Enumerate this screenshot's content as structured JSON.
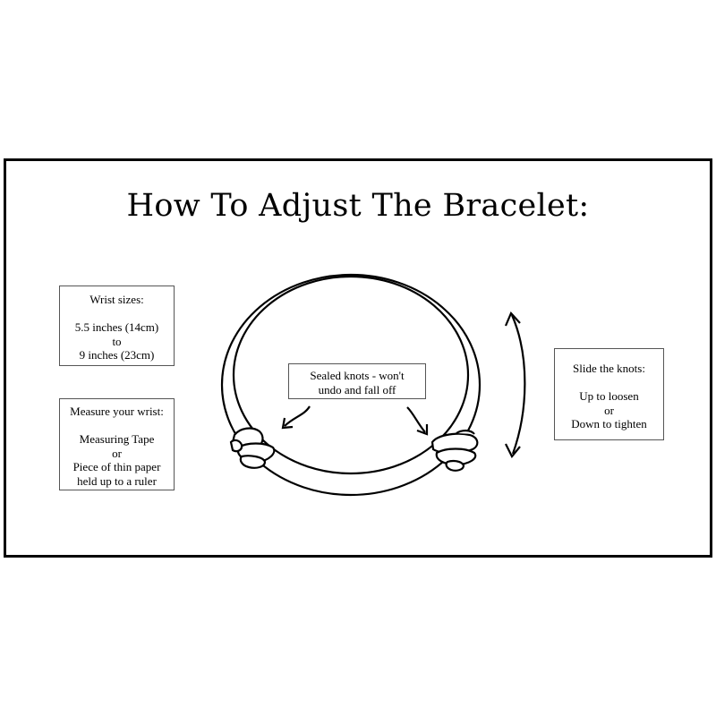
{
  "title": "How To Adjust The Bracelet:",
  "wrist_box": {
    "heading": "Wrist sizes:",
    "line1": "5.5 inches (14cm)",
    "line2": "to",
    "line3": "9 inches (23cm)"
  },
  "measure_box": {
    "heading": "Measure your wrist:",
    "line1": "Measuring Tape",
    "line2": "or",
    "line3": "Piece of thin paper",
    "line4": "held up to a ruler"
  },
  "sealed_box": {
    "line1": "Sealed knots - won't",
    "line2": "undo and fall off"
  },
  "slide_box": {
    "heading": "Slide the knots:",
    "line1": "Up to loosen",
    "line2": "or",
    "line3": "Down to tighten"
  }
}
